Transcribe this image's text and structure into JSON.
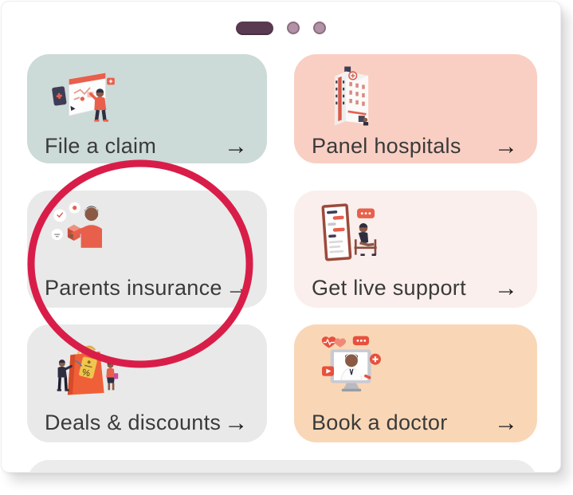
{
  "carousel": {
    "dots": [
      {
        "name": "page-1",
        "state": "active",
        "color": "#593a50"
      },
      {
        "name": "page-2",
        "state": "inactive",
        "color": "#b292a6"
      },
      {
        "name": "page-3",
        "state": "inactive",
        "color": "#b292a6"
      }
    ]
  },
  "cards": [
    {
      "label": "File a claim",
      "arrow": "→",
      "bg": "#ccdad8",
      "icon": "file-claim-illustration"
    },
    {
      "label": "Panel hospitals",
      "arrow": "→",
      "bg": "#f9cfc3",
      "icon": "panel-hospitals-illustration"
    },
    {
      "label": "Parents insurance",
      "arrow": "→",
      "bg": "#e9e9e9",
      "icon": "parents-insurance-illustration",
      "highlighted": true
    },
    {
      "label": "Get live support",
      "arrow": "→",
      "bg": "#faefec",
      "icon": "get-live-support-illustration"
    },
    {
      "label": "Deals & discounts",
      "arrow": "→",
      "bg": "#e9e9e9",
      "icon": "deals-discounts-illustration"
    },
    {
      "label": "Book a doctor",
      "arrow": "→",
      "bg": "#f9d7b6",
      "icon": "book-a-doctor-illustration"
    }
  ],
  "next_card": {
    "bg": "#ececec"
  },
  "annotation": {
    "shape": "circle",
    "color": "#d91d49"
  },
  "colors": {
    "text": "#3a3a3a",
    "accent_red": "#e8604c",
    "dark_ink": "#2f2e41",
    "skin": "#8a5a44"
  }
}
